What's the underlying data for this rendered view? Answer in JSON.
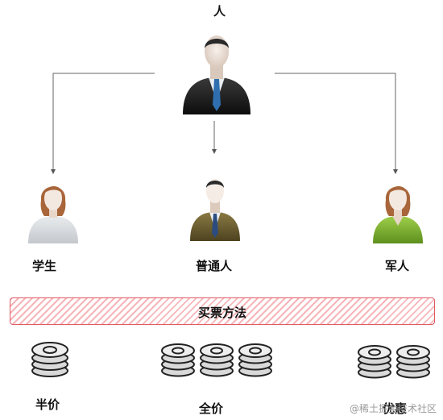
{
  "root": {
    "label": "人"
  },
  "children": [
    {
      "label": "学生",
      "icon": "female-student-icon"
    },
    {
      "label": "普通人",
      "icon": "man-in-suit-icon"
    },
    {
      "label": "军人",
      "icon": "female-soldier-icon"
    }
  ],
  "band": {
    "label": "买票方法"
  },
  "prices": [
    {
      "label": "半价",
      "coins": 1
    },
    {
      "label": "全价",
      "coins": 3
    },
    {
      "label": "优惠",
      "coins": 2
    }
  ],
  "watermark": "@稀土掘金技术社区",
  "colors": {
    "arrow": "#555555",
    "band_border": "#e05a63",
    "band_stripe": "#f7b6b9"
  }
}
